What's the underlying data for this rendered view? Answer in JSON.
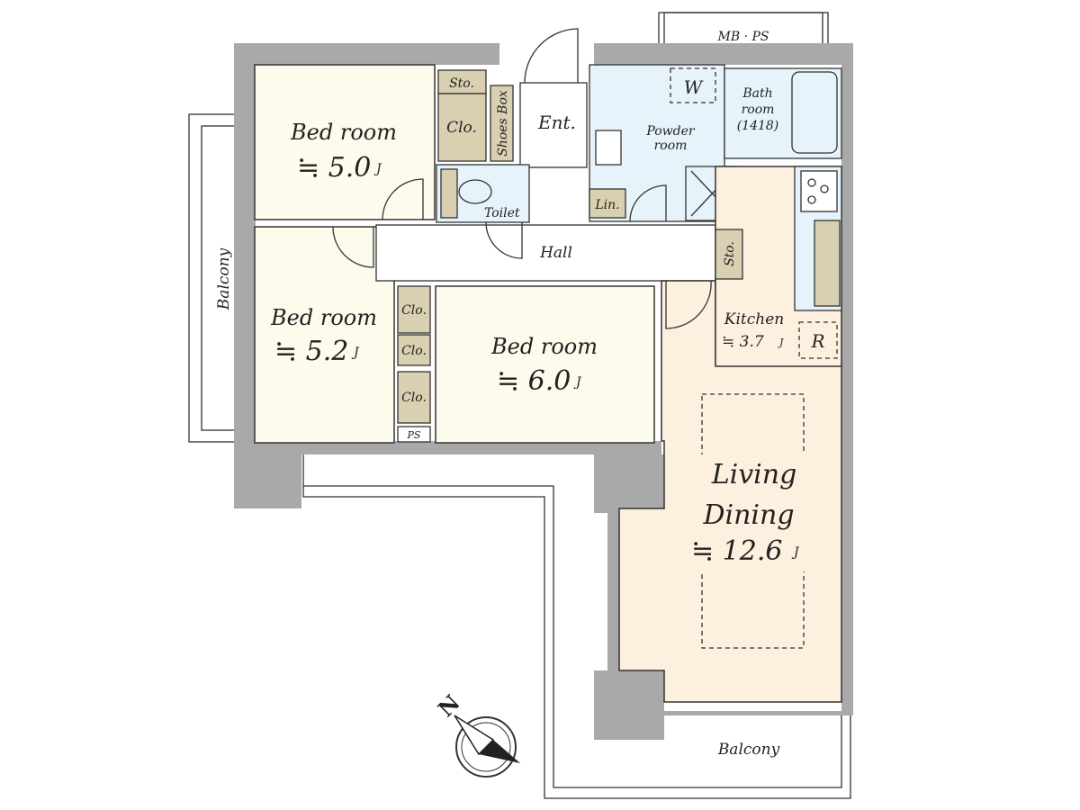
{
  "rooms": {
    "bed1": {
      "label": "Bed room",
      "area": "≒ 5.0",
      "unit": "J"
    },
    "bed2": {
      "label": "Bed room",
      "area": "≒ 5.2",
      "unit": "J"
    },
    "bed3": {
      "label": "Bed room",
      "area": "≒ 6.0",
      "unit": "J"
    },
    "ld": {
      "label1": "Living",
      "label2": "Dining",
      "area": "≒ 12.6",
      "unit": "J"
    },
    "kitchen": {
      "label": "Kitchen",
      "area": "≒ 3.7",
      "unit": "J"
    },
    "hall": "Hall",
    "entrance": "Ent.",
    "toilet": "Toilet",
    "powder": {
      "line1": "Powder",
      "line2": "room"
    },
    "bath": {
      "line1": "Bath",
      "line2": "room",
      "line3": "(1418)"
    },
    "washer": "W",
    "fridge": "R",
    "mbps": "MB · PS",
    "balcony_left": "Balcony",
    "balcony_bottom": "Balcony"
  },
  "storage": {
    "sto_top": "Sto.",
    "clo_top": "Clo.",
    "shoes_box": "Shoes Box",
    "lin": "Lin.",
    "sto_hall": "Sto.",
    "clo_1": "Clo.",
    "clo_2": "Clo.",
    "clo_3": "Clo.",
    "ps": "PS"
  },
  "compass": {
    "label": "N"
  },
  "colors": {
    "bedroom": "#fdfbec",
    "living": "#fdf0de",
    "wet": "#e6f3fb",
    "closet": "#d9cfb1",
    "wall": "#a9a9a9"
  }
}
